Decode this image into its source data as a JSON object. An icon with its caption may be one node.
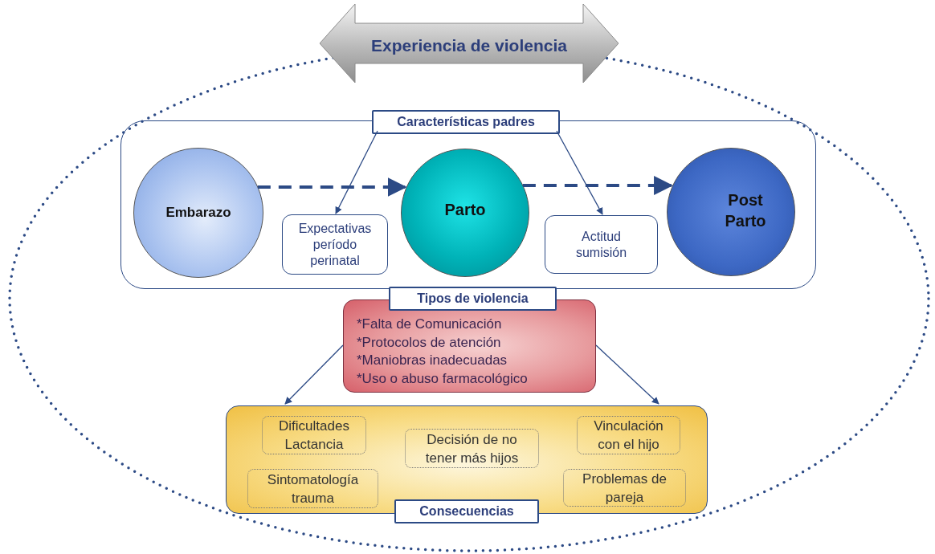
{
  "diagram": {
    "nodes": [
      {
        "text": [
          "Experiencia de violencia"
        ]
      },
      {
        "text": [
          "Características padres"
        ]
      },
      {
        "text": [
          "Embarazo"
        ],
        "in": 1
      },
      {
        "text": [
          "Expectativas período perinatal"
        ],
        "in": 1
      },
      {
        "text": [
          "Parto"
        ],
        "in": 1
      },
      {
        "text": [
          "Actitud sumisión"
        ],
        "in": 1
      },
      {
        "text": [
          "Post Parto"
        ],
        "in": 1
      },
      {
        "text": [
          "Tipos de violencia",
          "*Falta de Comunicación",
          "*Protocolos de atención",
          "*Maniobras inadecuadas",
          "*Uso o abuso farmacológico"
        ]
      },
      {
        "text": [
          "Consecuencias"
        ]
      },
      {
        "text": [
          "Dificultades Lactancia"
        ],
        "in": 8
      },
      {
        "text": [
          "Decisión de no tener más hijos"
        ],
        "in": 8
      },
      {
        "text": [
          "Vinculación con el hijo"
        ],
        "in": 8
      },
      {
        "text": [
          "Sintomatología trauma"
        ],
        "in": 8
      },
      {
        "text": [
          "Problemas de pareja"
        ],
        "in": 8
      }
    ],
    "edges": [
      {
        "from": 2,
        "to": 4,
        "arrow": "to",
        "style": "dashed"
      },
      {
        "from": 4,
        "to": 6,
        "arrow": "to",
        "style": "dashed"
      },
      {
        "from": 1,
        "to": 3,
        "arrow": "to"
      },
      {
        "from": 1,
        "to": 5,
        "arrow": "to"
      },
      {
        "from": 7,
        "to": 8,
        "arrow": "to"
      },
      {
        "from": 7,
        "to": 8,
        "arrow": "to"
      }
    ]
  }
}
